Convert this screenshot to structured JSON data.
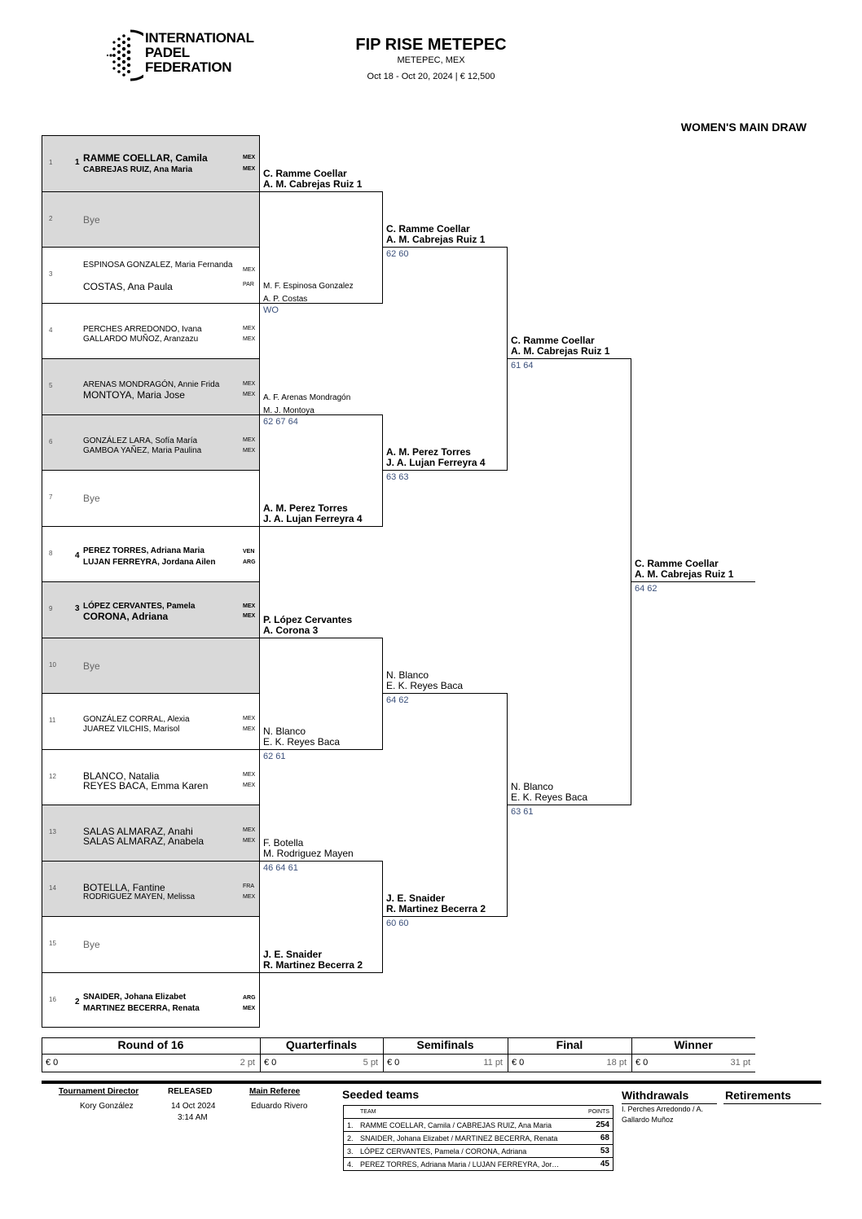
{
  "header": {
    "logo_text_lines": [
      "INTERNATIONAL",
      "PADEL",
      "FEDERATION"
    ],
    "title": "FIP RISE METEPEC",
    "location": "METEPEC, MEX",
    "dates": "Oct 18 - Oct 20, 2024  |  € 12,500",
    "draw_title": "WOMEN'S MAIN DRAW"
  },
  "entries": [
    {
      "num": "1",
      "seed": "1",
      "p1": "RAMME COELLAR, Camila",
      "c1": "MEX",
      "p2": "CABREJAS RUIZ, Ana Maria",
      "c2": "MEX",
      "bye": ""
    },
    {
      "num": "2",
      "seed": "",
      "p1": "",
      "c1": "",
      "p2": "",
      "c2": "",
      "bye": "Bye"
    },
    {
      "num": "3",
      "seed": "",
      "p1": "ESPINOSA GONZALEZ, Maria Fernanda",
      "c1": "MEX",
      "p2": "COSTAS, Ana Paula",
      "c2": "PAR",
      "bye": ""
    },
    {
      "num": "4",
      "seed": "",
      "p1": "PERCHES ARREDONDO, Ivana",
      "c1": "MEX",
      "p2": "GALLARDO MUÑOZ, Aranzazu",
      "c2": "MEX",
      "bye": ""
    },
    {
      "num": "5",
      "seed": "",
      "p1": "ARENAS MONDRAGÓN, Annie Frida",
      "c1": "MEX",
      "p2": "MONTOYA, Maria Jose",
      "c2": "MEX",
      "bye": ""
    },
    {
      "num": "6",
      "seed": "",
      "p1": "GONZÁLEZ LARA, Sofía María",
      "c1": "MEX",
      "p2": "GAMBOA YAÑEZ, Maria Paulina",
      "c2": "MEX",
      "bye": ""
    },
    {
      "num": "7",
      "seed": "",
      "p1": "",
      "c1": "",
      "p2": "",
      "c2": "",
      "bye": "Bye"
    },
    {
      "num": "8",
      "seed": "4",
      "p1": "PEREZ TORRES, Adriana Maria",
      "c1": "VEN",
      "p2": "LUJAN FERREYRA, Jordana Ailen",
      "c2": "ARG",
      "bye": ""
    },
    {
      "num": "9",
      "seed": "3",
      "p1": "LÓPEZ CERVANTES, Pamela",
      "c1": "MEX",
      "p2": "CORONA, Adriana",
      "c2": "MEX",
      "bye": ""
    },
    {
      "num": "10",
      "seed": "",
      "p1": "",
      "c1": "",
      "p2": "",
      "c2": "",
      "bye": "Bye"
    },
    {
      "num": "11",
      "seed": "",
      "p1": "GONZÁLEZ CORRAL, Alexia",
      "c1": "MEX",
      "p2": "JUAREZ VILCHIS, Marisol",
      "c2": "MEX",
      "bye": ""
    },
    {
      "num": "12",
      "seed": "",
      "p1": "BLANCO, Natalia",
      "c1": "MEX",
      "p2": "REYES BACA, Emma Karen",
      "c2": "MEX",
      "bye": ""
    },
    {
      "num": "13",
      "seed": "",
      "p1": "SALAS ALMARAZ, Anahi",
      "c1": "MEX",
      "p2": "SALAS ALMARAZ, Anabela",
      "c2": "MEX",
      "bye": ""
    },
    {
      "num": "14",
      "seed": "",
      "p1": "BOTELLA, Fantine",
      "c1": "FRA",
      "p2": "RODRIGUEZ MAYEN, Melissa",
      "c2": "MEX",
      "bye": ""
    },
    {
      "num": "15",
      "seed": "",
      "p1": "",
      "c1": "",
      "p2": "",
      "c2": "",
      "bye": "Bye"
    },
    {
      "num": "16",
      "seed": "2",
      "p1": "SNAIDER, Johana Elizabet",
      "c1": "ARG",
      "p2": "MARTINEZ BECERRA, Renata",
      "c2": "MEX",
      "bye": ""
    }
  ],
  "r16_winners": [
    {
      "l1": "C. Ramme Coellar",
      "l2": "A. M. Cabrejas Ruiz  1",
      "score": ""
    },
    {
      "l1": "M. F. Espinosa Gonzalez",
      "l2": "A. P. Costas",
      "score": "WO"
    },
    {
      "l1": "A. F. Arenas Mondragón",
      "l2": "M. J. Montoya",
      "score": "62 67 64"
    },
    {
      "l1": "A. M. Perez Torres",
      "l2": "J. A. Lujan Ferreyra  4",
      "score": ""
    },
    {
      "l1": "P. López Cervantes",
      "l2": "A. Corona  3",
      "score": ""
    },
    {
      "l1": "N. Blanco",
      "l2": "E. K. Reyes Baca",
      "score": "62 61"
    },
    {
      "l1": "F. Botella",
      "l2": "M. Rodriguez Mayen",
      "score": "46 64 61"
    },
    {
      "l1": "J. E. Snaider",
      "l2": "R. Martinez Becerra  2",
      "score": ""
    }
  ],
  "qf_winners": [
    {
      "l1": "C. Ramme Coellar",
      "l2": "A. M. Cabrejas Ruiz  1",
      "score": "62 60"
    },
    {
      "l1": "A. M. Perez Torres",
      "l2": "J. A. Lujan Ferreyra  4",
      "score": "63 63"
    },
    {
      "l1": "N. Blanco",
      "l2": "E. K. Reyes Baca",
      "score": "64 62"
    },
    {
      "l1": "J. E. Snaider",
      "l2": "R. Martinez Becerra  2",
      "score": "60 60"
    }
  ],
  "sf_winners": [
    {
      "l1": "C. Ramme Coellar",
      "l2": "A. M. Cabrejas Ruiz  1",
      "score": "61 64"
    },
    {
      "l1": "N. Blanco",
      "l2": "E. K. Reyes Baca",
      "score": "63 61"
    }
  ],
  "champion": {
    "l1": "C. Ramme Coellar",
    "l2": "A. M. Cabrejas Ruiz  1",
    "score": "64 62"
  },
  "rounds": [
    {
      "name": "Round of 16",
      "prize": "€ 0",
      "pts": "2 pt"
    },
    {
      "name": "Quarterfinals",
      "prize": "€ 0",
      "pts": "5 pt"
    },
    {
      "name": "Semifinals",
      "prize": "€ 0",
      "pts": "11 pt"
    },
    {
      "name": "Final",
      "prize": "€ 0",
      "pts": "18 pt"
    },
    {
      "name": "Winner",
      "prize": "€ 0",
      "pts": "31 pt"
    }
  ],
  "footer": {
    "director_label": "Tournament Director",
    "director": "Kory González",
    "released_label": "RELEASED",
    "released_date": "14 Oct 2024",
    "released_time": "3:14 AM",
    "referee_label": "Main Referee",
    "referee": "Eduardo Rivero",
    "seeded_title": "Seeded teams",
    "team_col": "TEAM",
    "points_col": "POINTS",
    "seeded": [
      {
        "n": "1.",
        "team": "RAMME COELLAR, Camila / CABREJAS RUIZ, Ana Maria",
        "pts": "254"
      },
      {
        "n": "2.",
        "team": "SNAIDER, Johana Elizabet / MARTINEZ BECERRA, Renata",
        "pts": "68"
      },
      {
        "n": "3.",
        "team": "LÓPEZ CERVANTES, Pamela / CORONA, Adriana",
        "pts": "53"
      },
      {
        "n": "4.",
        "team": "PEREZ TORRES, Adriana Maria / LUJAN FERREYRA, Jor…",
        "pts": "45"
      }
    ],
    "withdrawals_title": "Withdrawals",
    "withdrawals_text": "I. Perches Arredondo / A. Gallardo Muñoz",
    "retirements_title": "Retirements"
  },
  "colors": {
    "shade": "#d9d9d9",
    "score": "#3a4f7a"
  }
}
